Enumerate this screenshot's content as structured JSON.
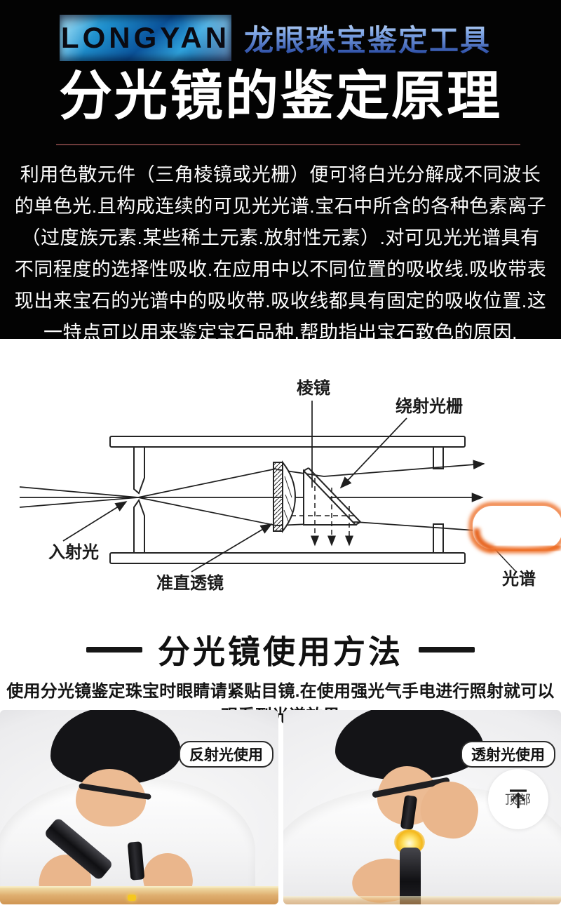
{
  "header": {
    "logo_text": "LONGYAN",
    "brand_title": "龙眼珠宝鉴定工具",
    "main_title": "分光镜的鉴定原理",
    "paragraph": [
      "利用色散元件（三角棱镜或光栅）便可将白光分解成不同波长",
      "的单色光.且构成连续的可见光光谱.宝石中所含的各种色素离子",
      "（过度族元素.某些稀土元素.放射性元素）.对可见光光谱具有",
      "不同程度的选择性吸收.在应用中以不同位置的吸收线.吸收带表",
      "现出来宝石的光谱中的吸收带.吸收线都具有固定的吸收位置.这",
      "一特点可以用来鉴定宝石品种.帮助指出宝石致色的原因."
    ]
  },
  "diagram": {
    "labels": {
      "prism": "棱镜",
      "grating": "绕射光栅",
      "incident_light": "入射光",
      "collimating_lens": "准直透镜",
      "spectrum": "光谱"
    }
  },
  "usage": {
    "title": "分光镜使用方法",
    "description": "使用分光镜鉴定珠宝时眼睛请紧贴目镜.在使用强光气手电进行照射就可以观看到光谱效果",
    "photos": [
      {
        "label": "反射光使用"
      },
      {
        "label": "透射光使用"
      }
    ],
    "back_to_top": "顶部"
  },
  "colors": {
    "hero_background": "#030303",
    "divider_red": "#6e3b3b",
    "brand_blue_light": "#d9ecff",
    "brand_blue_dark": "#2e4fa6",
    "spectrum_orange": "#ee6f2d",
    "gem_yellow": "#f6c71e"
  }
}
